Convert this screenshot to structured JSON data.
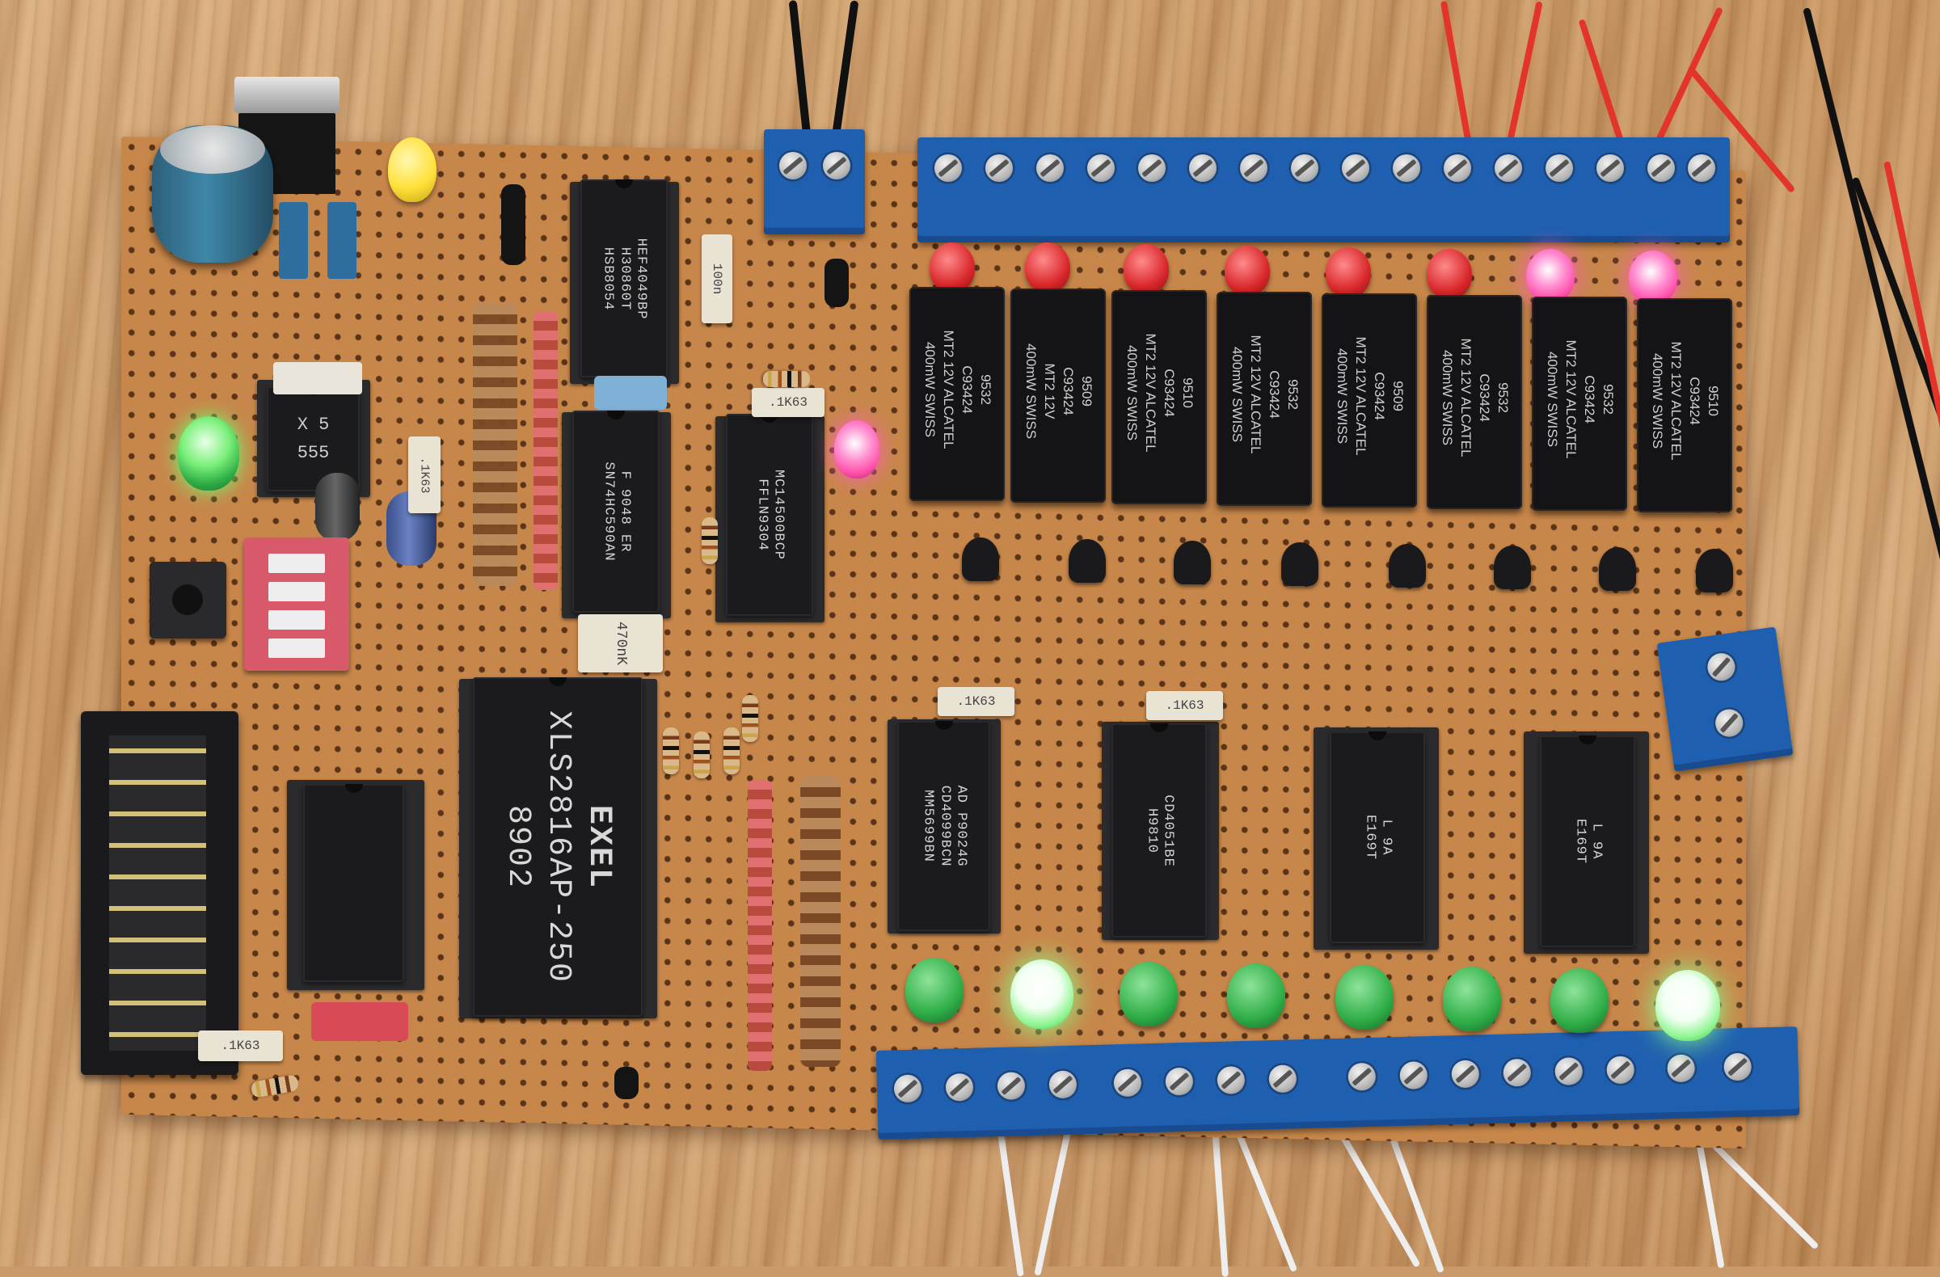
{
  "chips": {
    "u_4049": [
      "HEF4049BP",
      "H30860T",
      "HSB8054"
    ],
    "u_555": [
      "X 5",
      "555"
    ],
    "u_74hc590": [
      "F 9048 ER",
      "SN74HC590AN"
    ],
    "u_4500": [
      "MC14500BCP",
      "FFLN9304"
    ],
    "u_eeprom": [
      "EXEL",
      "XLS2816AP-250",
      "8902"
    ],
    "u_4099": [
      "AD  P9024G",
      "CD4099BCN",
      "MM5699BN"
    ],
    "u_4051": [
      "CD4051BE",
      "H9810"
    ],
    "u_right1": [
      "L 9A",
      "E169T"
    ],
    "u_right2": [
      "L 9A",
      "E169T"
    ]
  },
  "relays": [
    {
      "code": "9532",
      "line1": "C93424",
      "line2": "MT2  12V  ALCATEL",
      "line3": "400mW  SWISS"
    },
    {
      "code": "9509",
      "line1": "C93424",
      "line2": "MT2  12V",
      "line3": "400mW  SWISS"
    },
    {
      "code": "9510",
      "line1": "C93424",
      "line2": "MT2  12V  ALCATEL",
      "line3": "400mW  SWISS"
    },
    {
      "code": "9532",
      "line1": "C93424",
      "line2": "MT2  12V  ALCATEL",
      "line3": "400mW  SWISS"
    },
    {
      "code": "9509",
      "line1": "C93424",
      "line2": "MT2  12V  ALCATEL",
      "line3": "400mW  SWISS"
    },
    {
      "code": "9532",
      "line1": "C93424",
      "line2": "MT2  12V  ALCATEL",
      "line3": "400mW  SWISS"
    },
    {
      "code": "9532",
      "line1": "C93424",
      "line2": "MT2  12V  ALCATEL",
      "line3": "400mW  SWISS"
    },
    {
      "code": "9510",
      "line1": "C93424",
      "line2": "MT2  12V  ALCATEL",
      "line3": "400mW  SWISS"
    }
  ],
  "caps": {
    "c1": ".1K63",
    "c2": ".1K63",
    "c3": ".1K63",
    "c4": ".1K63",
    "c5": ".1K63",
    "c6": "100n",
    "c7": "470nK"
  },
  "colors": {
    "board": "#c8874a",
    "terminal": "#1f5fb0",
    "ic": "#1b1b1d",
    "led_red": "#d8262a",
    "led_green": "#2fae47",
    "led_pink": "#ff4fa8",
    "led_yellow": "#ffe13a"
  },
  "leds_top": [
    "red",
    "red",
    "red",
    "red",
    "red",
    "red",
    "pink-lit",
    "pink-lit"
  ],
  "leds_bottom": [
    "green",
    "green-lit",
    "green",
    "green",
    "green",
    "green",
    "green",
    "green-lit"
  ]
}
